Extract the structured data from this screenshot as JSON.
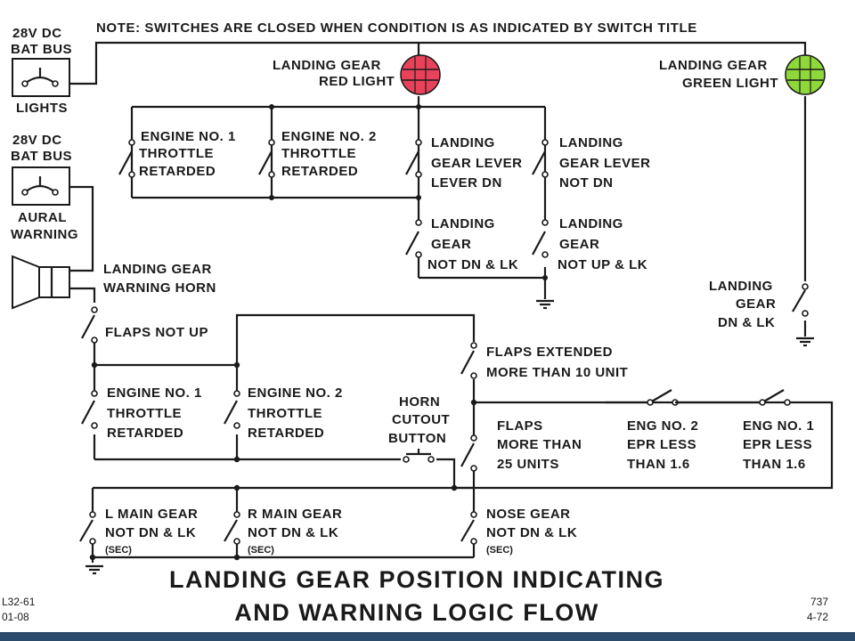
{
  "note": "NOTE: SWITCHES ARE CLOSED WHEN CONDITION IS AS INDICATED BY SWITCH TITLE",
  "buses": {
    "lights": {
      "line1": "28V DC",
      "line2": "BAT BUS",
      "caption": "LIGHTS"
    },
    "aural": {
      "line1": "28V DC",
      "line2": "BAT BUS",
      "caption1": "AURAL",
      "caption2": "WARNING"
    }
  },
  "lights": {
    "red": {
      "line1": "LANDING GEAR",
      "line2": "RED LIGHT",
      "color": "#e8425a"
    },
    "green": {
      "line1": "LANDING GEAR",
      "line2": "GREEN LIGHT",
      "color": "#8ed83a"
    }
  },
  "horn": {
    "line1": "LANDING GEAR",
    "line2": "WARNING HORN"
  },
  "switches": {
    "eng1_top": [
      "ENGINE NO. 1",
      "THROTTLE",
      "RETARDED"
    ],
    "eng2_top": [
      "ENGINE NO. 2",
      "THROTTLE",
      "RETARDED"
    ],
    "lever_dn": [
      "LANDING",
      "GEAR LEVER",
      "LEVER DN"
    ],
    "lever_not_dn": [
      "LANDING",
      "GEAR LEVER",
      "NOT DN"
    ],
    "gear_not_dn_lk": [
      "LANDING",
      "GEAR",
      "NOT DN & LK"
    ],
    "gear_not_up_lk": [
      "LANDING",
      "GEAR",
      "NOT UP & LK"
    ],
    "gear_dn_lk": [
      "LANDING",
      "GEAR",
      "DN & LK"
    ],
    "flaps_not_up": [
      "FLAPS NOT UP"
    ],
    "flaps_ext_10": [
      "FLAPS EXTENDED",
      "MORE THAN 10 UNIT"
    ],
    "eng1_mid": [
      "ENGINE NO. 1",
      "THROTTLE",
      "RETARDED"
    ],
    "eng2_mid": [
      "ENGINE NO. 2",
      "THROTTLE",
      "RETARDED"
    ],
    "horn_cutout": [
      "HORN",
      "CUTOUT",
      "BUTTON"
    ],
    "flaps_25": [
      "FLAPS",
      "MORE THAN",
      "25 UNITS"
    ],
    "eng2_epr": [
      "ENG NO. 2",
      "EPR LESS",
      "THAN 1.6"
    ],
    "eng1_epr": [
      "ENG NO. 1",
      "EPR LESS",
      "THAN 1.6"
    ],
    "l_main": [
      "L MAIN GEAR",
      "NOT DN & LK",
      "(SEC)"
    ],
    "r_main": [
      "R MAIN GEAR",
      "NOT DN & LK",
      "(SEC)"
    ],
    "nose": [
      "NOSE GEAR",
      "NOT DN & LK",
      "(SEC)"
    ]
  },
  "title": {
    "line1": "LANDING GEAR POSITION INDICATING",
    "line2": "AND WARNING LOGIC FLOW"
  },
  "codes": {
    "left1": "L32-61",
    "left2": "01-08",
    "right1": "737",
    "right2": "4-72"
  },
  "footer_color": "#2c4a6a"
}
